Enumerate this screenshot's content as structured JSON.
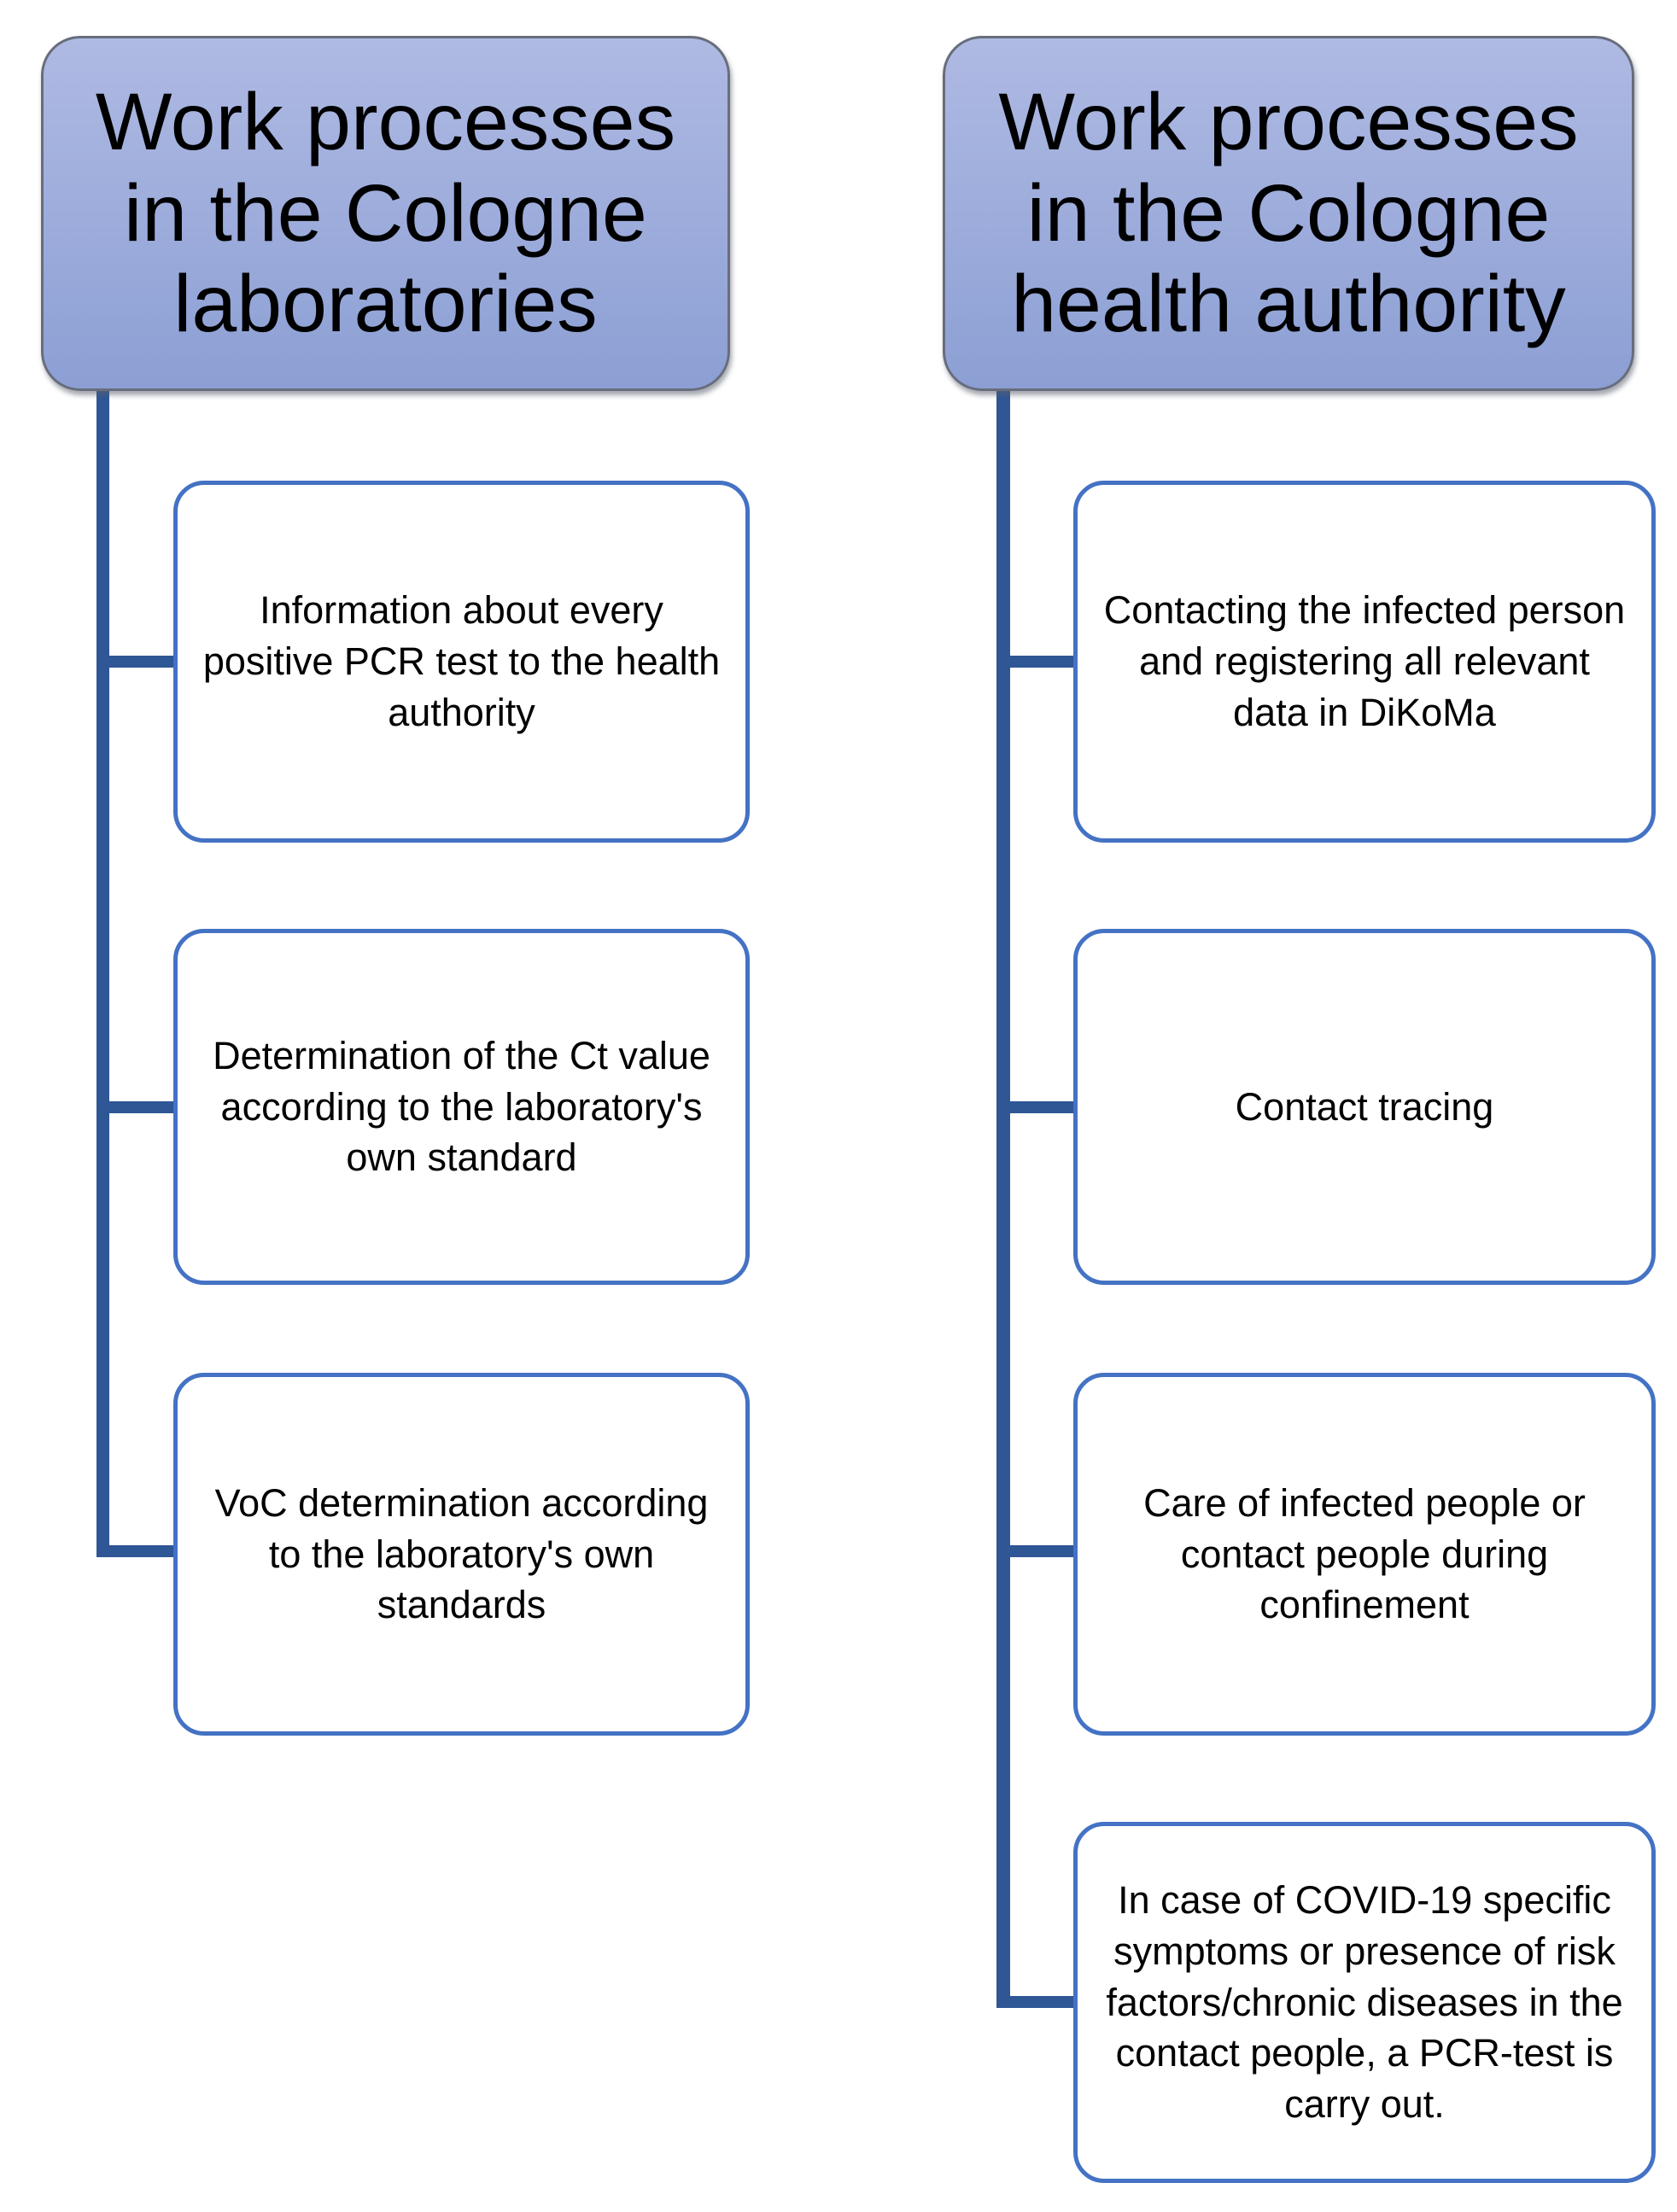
{
  "diagram": {
    "type": "hierarchy",
    "colors": {
      "header_fill_top": "#AFBAE3",
      "header_fill_bottom": "#8C9FD4",
      "header_border": "#686D7C",
      "node_border": "#4472C4",
      "node_fill": "#FFFFFF",
      "connector": "#2F5695",
      "text": "#000000",
      "canvas_background": "#FFFFFF"
    },
    "columns": [
      {
        "header": "Work processes\nin the Cologne\nlaboratories",
        "items": [
          "Information about every\npositive PCR test to the health\nauthority",
          "Determination of the Ct value\naccording to the laboratory's\nown standard",
          "VoC determination according\nto the laboratory's own\nstandards"
        ]
      },
      {
        "header": "Work processes\nin the Cologne\nhealth authority",
        "items": [
          "Contacting the infected person\nand registering all relevant\ndata in DiKoMa",
          "Contact tracing",
          "Care of infected people or\ncontact people during\nconfinement",
          "In case of COVID-19 specific\nsymptoms or presence of risk\nfactors/chronic diseases  in the\ncontact people, a PCR-test is\ncarry out."
        ]
      }
    ]
  }
}
